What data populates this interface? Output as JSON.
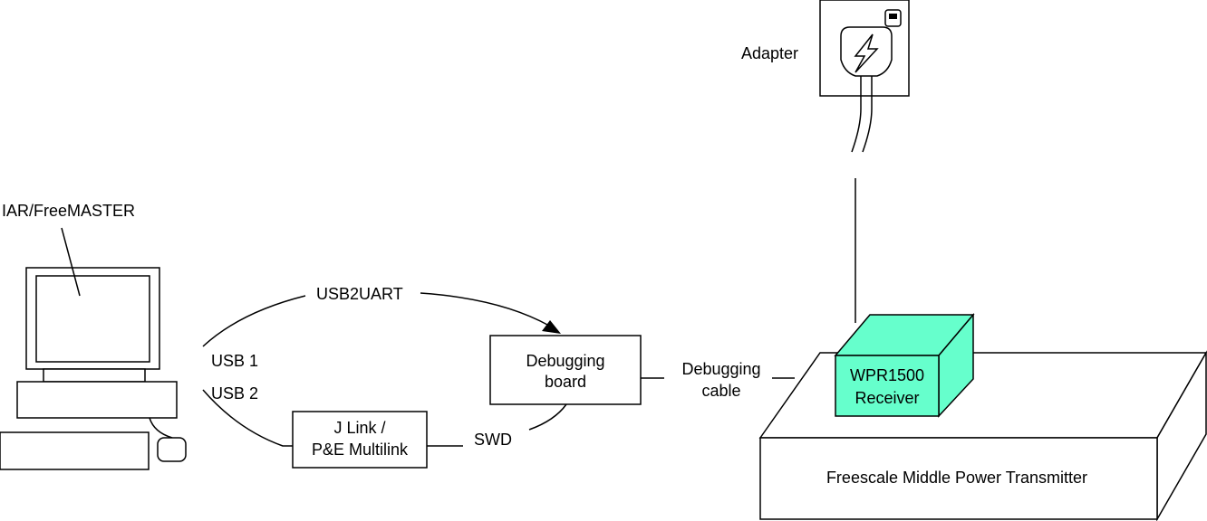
{
  "labels": {
    "software": "IAR/FreeMASTER",
    "usb1": "USB 1",
    "usb2": "USB 2",
    "usb2uart": "USB2UART",
    "debug_board_line1": "Debugging",
    "debug_board_line2": "board",
    "jlink_line1": "J Link /",
    "jlink_line2": "P&E Multilink",
    "swd": "SWD",
    "debug_cable_line1": "Debugging",
    "debug_cable_line2": "cable",
    "adapter": "Adapter",
    "receiver_line1": "WPR1500",
    "receiver_line2": "Receiver",
    "transmitter": "Freescale Middle Power Transmitter"
  },
  "colors": {
    "receiver_fill": "#66ffcc",
    "line": "#000000",
    "background": "#ffffff"
  }
}
